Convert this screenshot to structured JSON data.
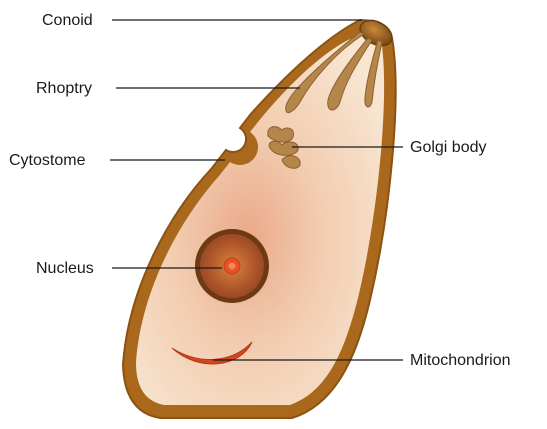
{
  "diagram": {
    "labels": {
      "conoid": "Conoid",
      "rhoptry": "Rhoptry",
      "cytostome": "Cytostome",
      "nucleus": "Nucleus",
      "golgi": "Golgi body",
      "mitochondrion": "Mitochondrion"
    },
    "colors": {
      "membrane": "#a9681c",
      "cytoplasm": "#f6dcc3",
      "cytoplasm_center": "#eeb592",
      "organelle": "#b4864a",
      "nucleus_ring": "#6e3a14",
      "nucleus_fill": "#b45e33",
      "nucleolus": "#e8502a",
      "mitochondrion": "#d2461e"
    }
  }
}
